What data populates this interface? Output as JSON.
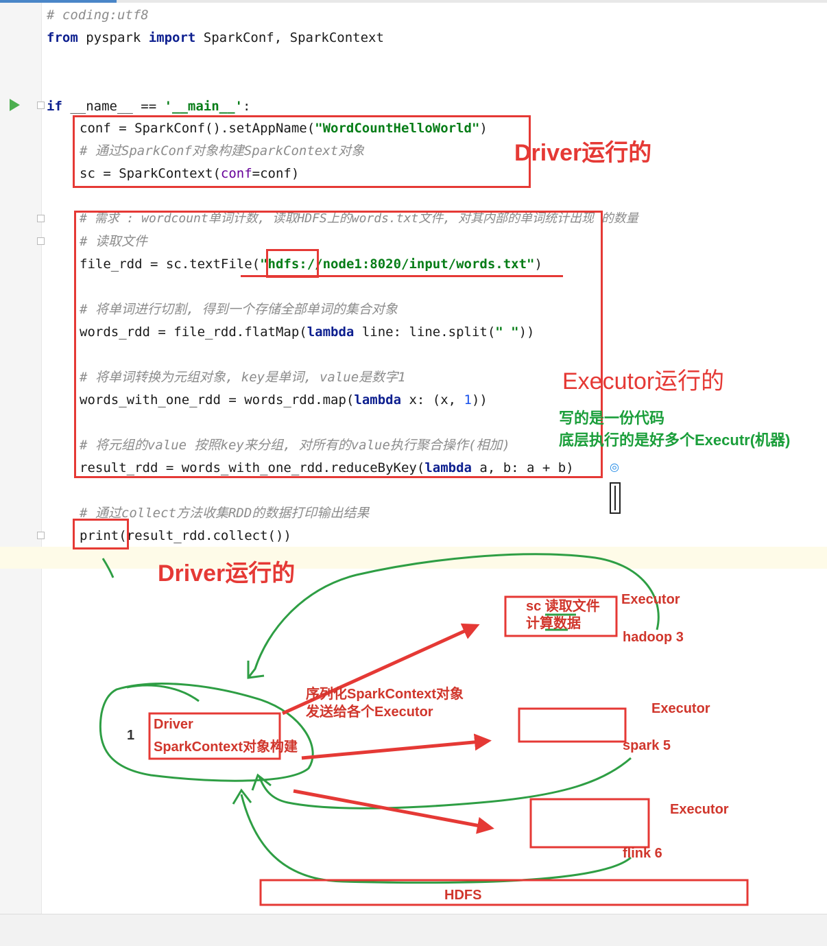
{
  "code": {
    "line1": "# coding:utf8",
    "line2_kw1": "from",
    "line2_mod": " pyspark ",
    "line2_kw2": "import",
    "line2_rest": " SparkConf, SparkContext",
    "if_kw": "if",
    "if_name": " __name__ == ",
    "if_main": "'__main__'",
    "if_colon": ":",
    "conf_a": "conf = SparkConf().setAppName(",
    "conf_str": "\"WordCountHelloWorld\"",
    "conf_b": ")",
    "cmt_sc": "# 通过SparkConf对象构建SparkContext对象",
    "sc_a": "sc = SparkContext(",
    "sc_param": "conf",
    "sc_b": "=conf)",
    "cmt_req": "# 需求 : wordcount单词计数, 读取HDFS上的words.txt文件, 对其内部的单词统计出现 的数量",
    "cmt_read": "# 读取文件",
    "file_a": "file_rdd = sc.textFile(",
    "file_str": "\"hdfs://node1:8020/input/words.txt\"",
    "file_b": ")",
    "cmt_split": "# 将单词进行切割, 得到一个存储全部单词的集合对象",
    "words_a": "words_rdd = file_rdd.flatMap(",
    "words_kw": "lambda",
    "words_b": " line: line.split(",
    "words_str": "\" \"",
    "words_c": "))",
    "cmt_tuple": "# 将单词转换为元组对象, key是单词, value是数字1",
    "one_a": "words_with_one_rdd = words_rdd.map(",
    "one_kw": "lambda",
    "one_b": " x: (x, ",
    "one_num": "1",
    "one_c": "))",
    "cmt_group": "# 将元组的value 按照key来分组, 对所有的value执行聚合操作(相加)",
    "res_a": "result_rdd = words_with_one_rdd.reduceByKey(",
    "res_kw": "lambda",
    "res_b": " a, b: a + b)",
    "cmt_collect": "# 通过collect方法收集RDD的数据打印输出结果",
    "print_line": "print(result_rdd.collect())"
  },
  "annotations": {
    "driver_top": "Driver运行的",
    "executor_run": "Executor运行的",
    "green_line1": "写的是一份代码",
    "green_line2": "底层执行的是好多个Executr(机器)",
    "driver_bottom": "Driver运行的"
  },
  "diagram": {
    "node_number": "1",
    "driver_line1": "Driver",
    "driver_line2": "SparkContext对象构建",
    "serialize_line1": "序列化SparkContext对象",
    "serialize_line2": "发送给各个Executor",
    "exec1_task_line1": "sc 读取文件",
    "exec1_task_line2": "计算数据",
    "exec1_label": "Executor",
    "exec1_host": "hadoop 3",
    "exec2_label": "Executor",
    "exec2_host": "spark 5",
    "exec3_label": "Executor",
    "exec3_host": "flink 6",
    "storage": "HDFS"
  },
  "colors": {
    "annotation_red": "#e53935",
    "annotation_green": "#1a9e3a",
    "keyword": "#0d1f8f",
    "string": "#067d17",
    "comment": "#8c8c8c"
  }
}
